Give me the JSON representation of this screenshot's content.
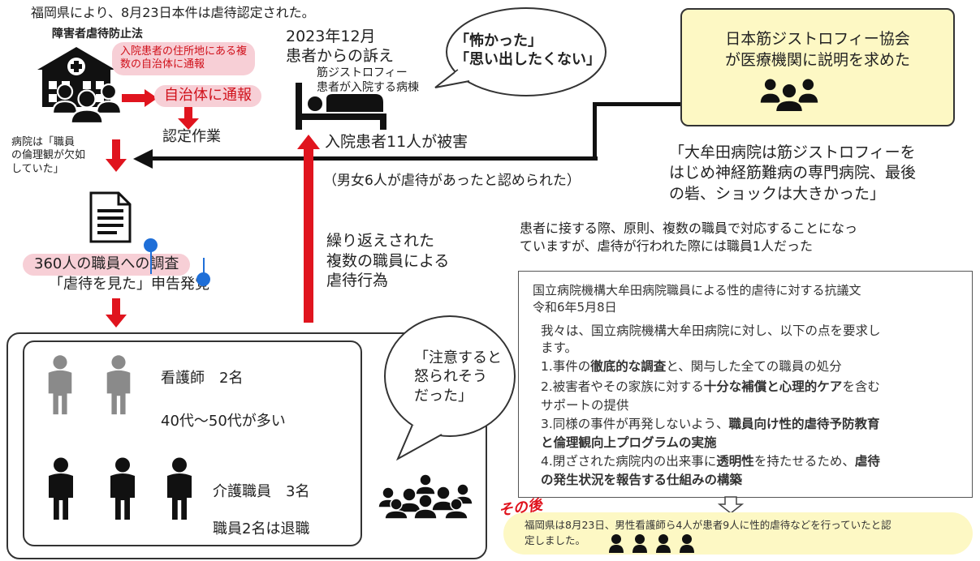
{
  "top_note": "福岡県により、8月23日本件は虐待認定された。",
  "law": {
    "title": "障害者虐待防止法",
    "report_note": "入院患者の住所地にある複\n数の自治体に通報",
    "report_to": "自治体に通報",
    "certify": "認定作業"
  },
  "hospital_note": "病院は「職員\nの倫理観が欠如\nしていた」",
  "survey": {
    "label": "360人の職員への調査",
    "result": "「虐待を見た」申告発覚"
  },
  "complaint": {
    "date": "2023年12月",
    "from": "患者からの訴え",
    "ward": "筋ジストロフィー\n患者が入院する病棟",
    "victims": "入院患者11人が被害",
    "confirmed": "（男女6人が虐待があったと認められた）",
    "quote_bubble": "「怖かった」\n「思い出したくない」"
  },
  "repeated": "繰り返えされた\n複数の職員による\n虐待行為",
  "association": {
    "box": "日本筋ジストロフィー協会\nが医療機関に説明を求めた",
    "quote": "「大牟田病院は筋ジストロフィーを\nはじめ神経筋難病の専門病院、最後\nの砦、ショックは大きかった」"
  },
  "staff_rule": "患者に接する際、原則、複数の職員で対応することになっ\nていますが、虐待が行われた際には職員1人だった",
  "staff": {
    "nurses": "看護師　2名",
    "age": "40代～50代が多い",
    "caregivers": "介護職員　3名",
    "retired": "職員2名は退職",
    "bubble": "「注意すると\n怒られそう\nだった」"
  },
  "protest": {
    "title": "国立病院機構大牟田病院職員による性的虐待に対する抗議文",
    "date": "令和6年5月8日",
    "intro": "我々は、国立病院機構大牟田病院に対し、以下の点を要求し\nます。",
    "item1_a": "1.事件の",
    "item1_b": "徹底的な調査",
    "item1_c": "と、関与した全ての職員の処分",
    "item2_a": "2.被害者やその家族に対する",
    "item2_b": "十分な補償と心理的ケア",
    "item2_c": "を含む",
    "item2_d": "サポートの提供",
    "item3_a": "3.同様の事件が再発しないよう、",
    "item3_b": "職員向け性的虐待予防教育",
    "item3_c": "と倫理観向上プログラムの実施",
    "item4_a": "4.閉ざされた病院内の出来事に",
    "item4_b": "透明性",
    "item4_c": "を持たせるため、",
    "item4_d": "虐待",
    "item4_e": "の発生状況を報告する仕組みの構築"
  },
  "aftermath": {
    "label": "その後",
    "text": "福岡県は8月23日、男性看護師ら4人が患者9人に性的虐待などを行っていたと認\n定しました。"
  },
  "colors": {
    "red": "#e0141e",
    "pink": "#f7cfd6",
    "yellow": "#fdf8c4",
    "dark": "#111111",
    "gray": "#8a8a8a",
    "blue": "#1f6fd8"
  }
}
